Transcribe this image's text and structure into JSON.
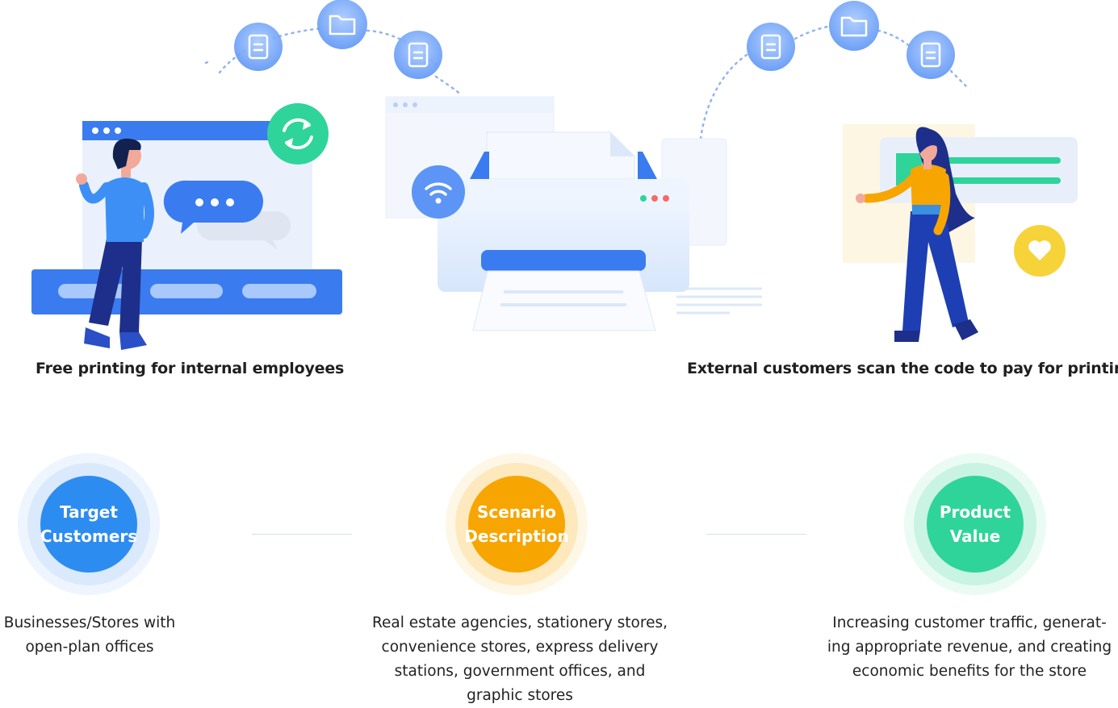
{
  "captions": {
    "left": "Free printing for internal employees",
    "right": "External customers scan the code to pay for printing"
  },
  "features": [
    {
      "title_line1": "Target",
      "title_line2": "Customers",
      "color": "#2d8cf0",
      "desc": "Businesses/Stores with open-plan offices"
    },
    {
      "title_line1": "Scenario",
      "title_line2": "Description",
      "color": "#f7a500",
      "desc": "Real estate agencies, stationery stores, convenience stores, express delivery stations, government offices, and graphic stores"
    },
    {
      "title_line1": "Product",
      "title_line2": "Value",
      "color": "#2fd49a",
      "desc": "Increasing customer traffic, generat-ing appropriate revenue, and creating economic benefits for the store"
    }
  ],
  "icons": {
    "left_scene": [
      "browser-window-icon",
      "refresh-icon",
      "chat-bubble-icon",
      "man-icon"
    ],
    "center_scene": [
      "printer-icon",
      "wifi-icon",
      "document-icon",
      "folder-icon"
    ],
    "right_scene": [
      "woman-icon",
      "qr-panel-icon",
      "heart-icon"
    ]
  },
  "colors": {
    "primary_blue": "#3a7bf0",
    "green": "#2fd49a",
    "yellow": "#f7c93a",
    "orange": "#f7a500"
  }
}
